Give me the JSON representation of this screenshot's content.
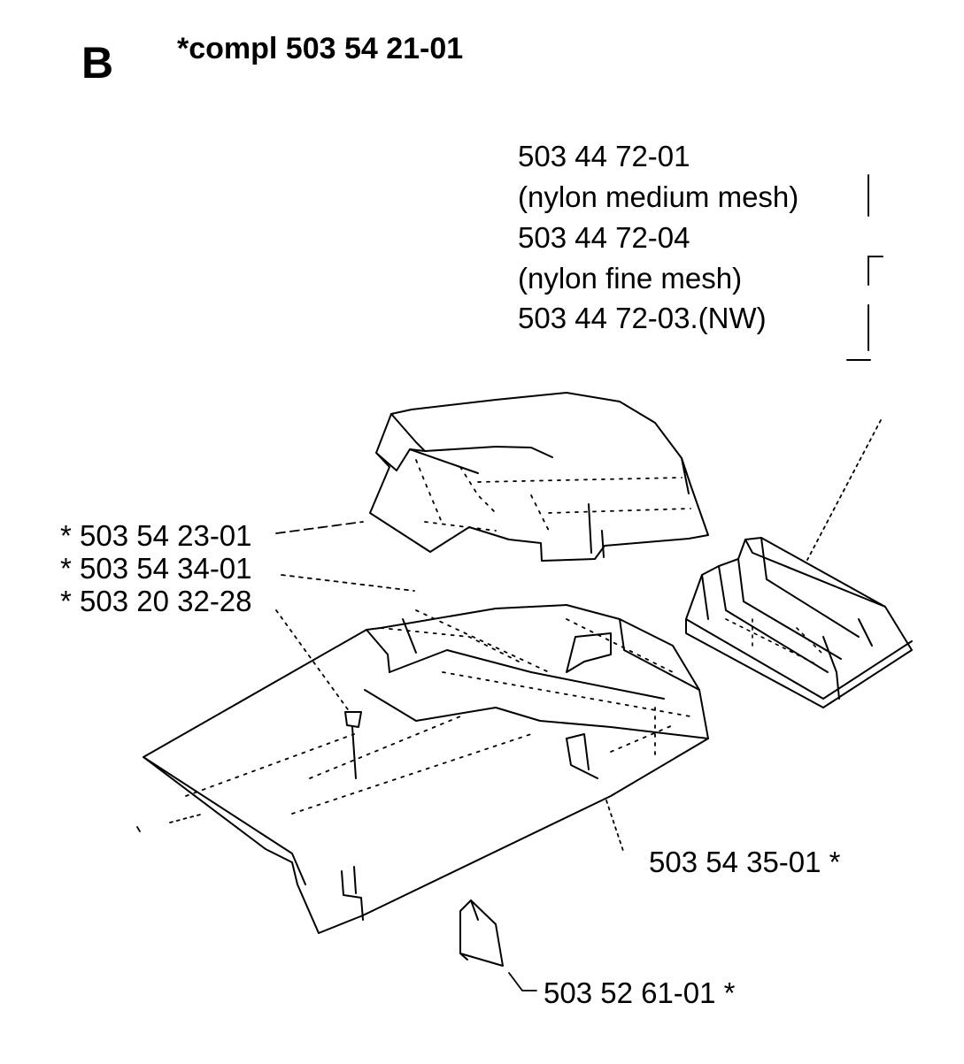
{
  "header": {
    "section_letter": "B",
    "title": "*compl 503 54 21-01"
  },
  "filter_labels": [
    "503 44 72-01",
    "(nylon medium mesh)",
    "503 44 72-04",
    "(nylon fine mesh)",
    "503 44 72-03.(NW)"
  ],
  "part_labels": {
    "cover_screw": "* 503 54 23-01",
    "gasket": "* 503 54 34-01",
    "screw": "* 503 20 32-28",
    "clip": "503 54 35-01 *",
    "plate": "503 52 61-01 *"
  }
}
